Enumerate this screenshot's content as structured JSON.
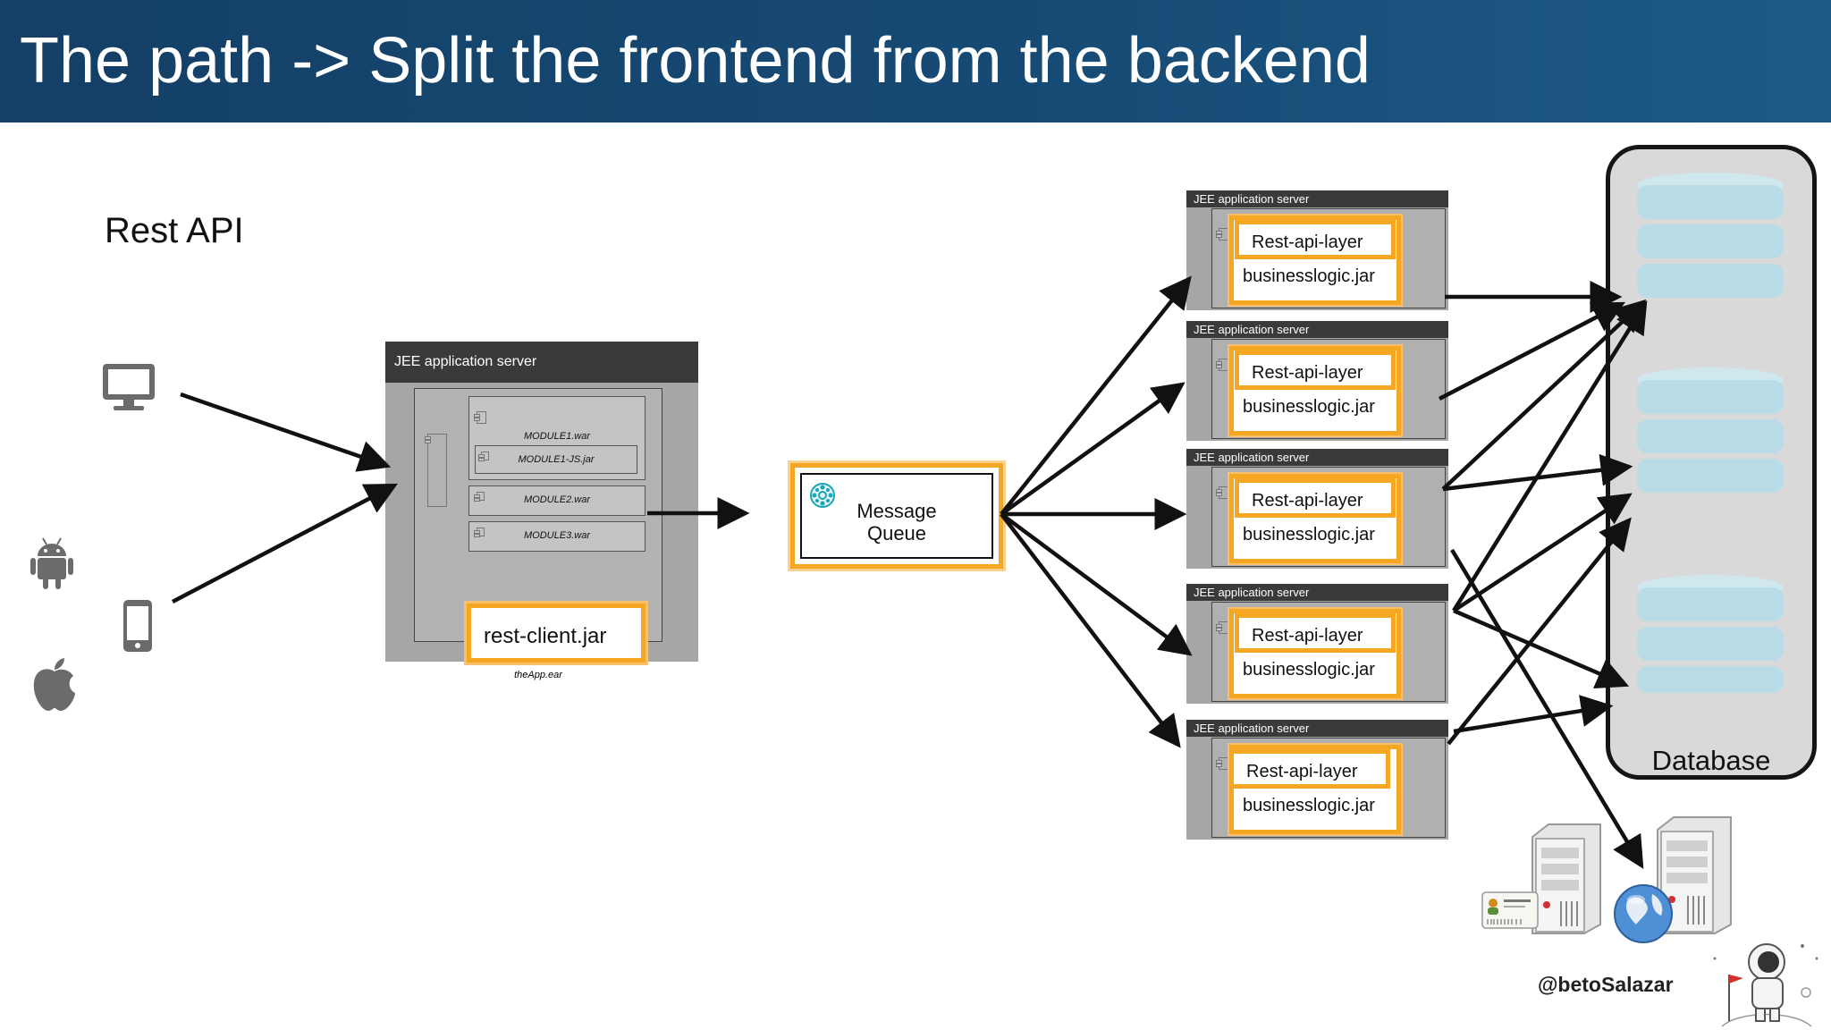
{
  "title": "The path -> Split the frontend from the backend",
  "subtitle": "Rest API",
  "clients": [
    {
      "icon": "desktop-monitor-icon"
    },
    {
      "icon": "android-icon"
    },
    {
      "icon": "mobile-phone-icon"
    },
    {
      "icon": "apple-icon"
    }
  ],
  "frontend_server": {
    "label": "JEE application server",
    "modules": [
      "MODULE1.war",
      "MODULE1-JS.jar",
      "MODULE2.war",
      "MODULE3.war"
    ],
    "jar": "rest-client.jar",
    "ear": "theApp.ear"
  },
  "message_queue": {
    "label": "Message\nQueue",
    "icon": "message-queue-icon"
  },
  "backend_servers": [
    {
      "label": "JEE application server",
      "api": "Rest-api-layer",
      "jar": "businesslogic.jar"
    },
    {
      "label": "JEE application server",
      "api": "Rest-api-layer",
      "jar": "businesslogic.jar"
    },
    {
      "label": "JEE application server",
      "api": "Rest-api-layer",
      "jar": "businesslogic.jar"
    },
    {
      "label": "JEE application server",
      "api": "Rest-api-layer",
      "jar": "businesslogic.jar"
    },
    {
      "label": "JEE application server",
      "api": "Rest-api-layer",
      "jar": "businesslogic.jar"
    }
  ],
  "database": {
    "label": "Database"
  },
  "external_servers": [
    {
      "icon": "server-with-id-card-icon"
    },
    {
      "icon": "server-with-globe-icon"
    }
  ],
  "handle": "@betoSalazar",
  "colors": {
    "header": "#164a74",
    "accent": "#f5a623",
    "database_disk": "#b9dde6",
    "server_gray": "#a6a6a6"
  }
}
